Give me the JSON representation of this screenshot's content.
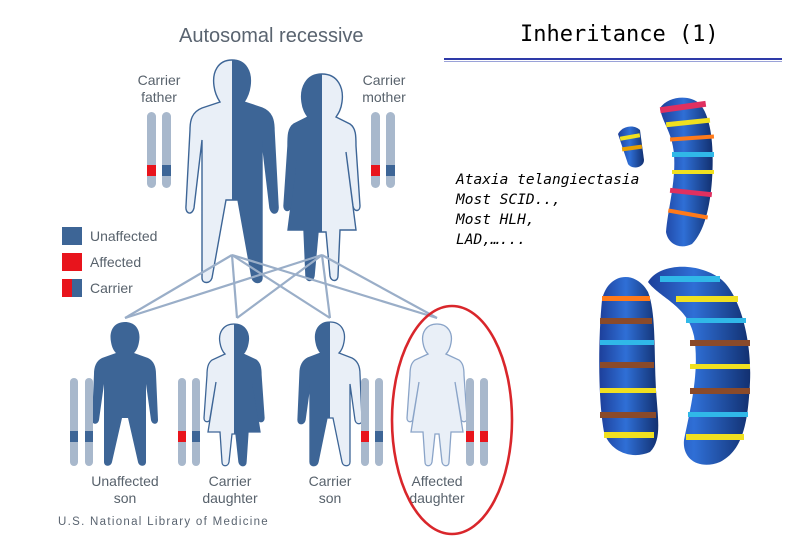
{
  "slide_title": "Inheritance (1)",
  "diagram": {
    "title": "Autosomal recessive",
    "parents": [
      {
        "label_line1": "Carrier",
        "label_line2": "father",
        "status": "carrier",
        "kind": "man"
      },
      {
        "label_line1": "Carrier",
        "label_line2": "mother",
        "status": "carrier",
        "kind": "woman"
      }
    ],
    "children": [
      {
        "label_line1": "Unaffected",
        "label_line2": "son",
        "status": "unaffected",
        "kind": "boy"
      },
      {
        "label_line1": "Carrier",
        "label_line2": "daughter",
        "status": "carrier",
        "kind": "girl"
      },
      {
        "label_line1": "Carrier",
        "label_line2": "son",
        "status": "carrier",
        "kind": "boy"
      },
      {
        "label_line1": "Affected",
        "label_line2": "daughter",
        "status": "affected",
        "kind": "girl",
        "circled": true
      }
    ],
    "legend": [
      {
        "label": "Unaffected",
        "swatch": "unaffected"
      },
      {
        "label": "Affected",
        "swatch": "affected"
      },
      {
        "label": "Carrier",
        "swatch": "carrier"
      }
    ],
    "credit": "U.S. National Library of Medicine"
  },
  "disease_list": [
    "Ataxia telangiectasia",
    "Most SCID..,",
    "Most HLH,",
    "LAD,…..."
  ],
  "colors": {
    "dark_blue": "#3d6596",
    "light_blue": "#e9eff7",
    "chromosome": "#a8b8cc",
    "red": "#e8141c",
    "lines": "#9aaec8",
    "circle": "#d9262b"
  },
  "icons": {
    "chromosome_art": "chromosome-illustration-icon"
  }
}
